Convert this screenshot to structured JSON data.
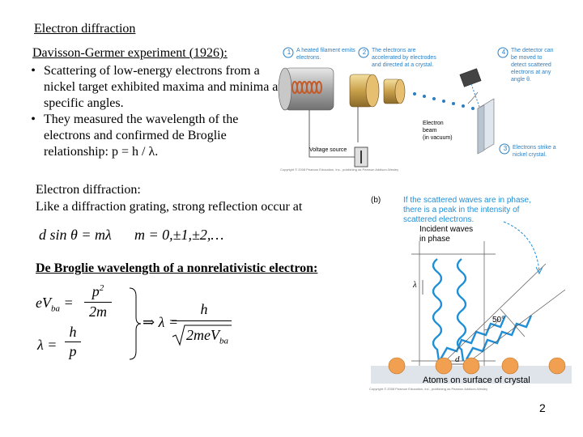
{
  "slide": {
    "title": "Electron diffraction",
    "subtitle": "Davisson-Germer experiment (1926):",
    "bullets": [
      {
        "marker": "•",
        "text": "Scattering of low-energy electrons from a nickel target exhibited maxima and minima at specific angles."
      },
      {
        "marker": "•",
        "text": "They measured the wavelength of the electrons and confirmed de Broglie relationship:   p = h / λ."
      }
    ],
    "section2_title": "Electron diffraction:",
    "section2_text": "Like a diffraction grating, strong reflection occur at",
    "eq_bragg": "d sin θ = mλ",
    "eq_m": "m = 0,±1,±2,…",
    "section3_title": "De Broglie wavelength of a nonrelativistic electron:",
    "eq_eV": "eV",
    "eq_eV_sub": "ba",
    "eq_p2": "p",
    "eq_p2_sup": "2",
    "eq_2m": "2m",
    "eq_lambda_lhs": "λ =",
    "eq_h": "h",
    "eq_p": "p",
    "eq_implies": "⇒ λ =",
    "eq_h2": "h",
    "eq_root": "2meV",
    "eq_root_sub": "ba",
    "page_number": "2"
  },
  "figure_a": {
    "step1": "A heated filament emits electrons.",
    "step2": "The electrons are accelerated by electrodes and directed at a crystal.",
    "step3": "Electrons strike a nickel crystal.",
    "step4": "The detector can be moved to detect scattered electrons at any angle θ.",
    "n1": "1",
    "n2": "2",
    "n3": "3",
    "n4": "4",
    "beam_label_1": "Electron",
    "beam_label_2": "beam",
    "beam_label_3": "(in vacuum)",
    "voltage_label": "Voltage source",
    "copyright": "Copyright © 2008 Pearson Education, Inc., publishing as Pearson Addison-Wesley"
  },
  "figure_b": {
    "label": "(b)",
    "note_1": "If the scattered waves are in phase,",
    "note_2": "there is a peak in the intensity of",
    "note_3": "scattered electrons.",
    "incident_1": "Incident waves",
    "incident_2": "in phase",
    "lambda": "λ",
    "angle": "50°",
    "d": "d",
    "atoms": "Atoms on surface of crystal",
    "copyright": "Copyright © 2008 Pearson Education, Inc., publishing as Pearson Addison-Wesley"
  },
  "colors": {
    "accent_blue": "#2a7fc4",
    "wave_blue": "#1f8fd8",
    "atom_orange": "#f0a050",
    "crystal": "#cfd7e0",
    "coil": "#c25a2a"
  }
}
